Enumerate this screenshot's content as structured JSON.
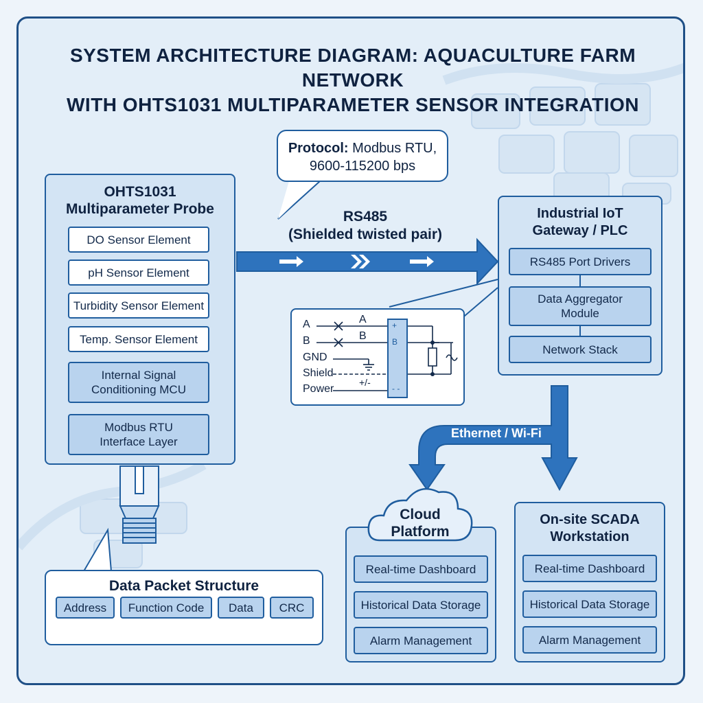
{
  "title": {
    "line1": "SYSTEM ARCHITECTURE DIAGRAM: AQUACULTURE FARM NETWORK",
    "line2": "WITH OHTS1031 MULTIPARAMETER SENSOR INTEGRATION"
  },
  "probe": {
    "title_line1": "OHTS1031",
    "title_line2": "Multiparameter Probe",
    "sensors": [
      "DO Sensor Element",
      "pH Sensor Element",
      "Turbidity Sensor Element",
      "Temp. Sensor Element"
    ],
    "mcu_line1": "Internal Signal",
    "mcu_line2": "Conditioning MCU",
    "modbus_line1": "Modbus RTU",
    "modbus_line2": "Interface Layer"
  },
  "protocol": {
    "label": "Protocol:",
    "value": "Modbus RTU,",
    "line2": "9600-115200 bps"
  },
  "link": {
    "line1": "RS485",
    "line2": "(Shielded twisted pair)"
  },
  "wiring": {
    "left": [
      "A",
      "B",
      "GND",
      "Shield",
      "Power"
    ],
    "right_a": "A",
    "right_b": "B",
    "plus_minus": "+/-",
    "term_plus": "+",
    "term_b": "B",
    "term_minus": "- -"
  },
  "gateway": {
    "title_line1": "Industrial IoT",
    "title_line2": "Gateway / PLC",
    "port_drivers": "RS485 Port Drivers",
    "aggregator_line1": "Data Aggregator",
    "aggregator_line2": "Module",
    "network_stack": "Network Stack"
  },
  "network": {
    "label": "Ethernet / Wi-Fi"
  },
  "cloud": {
    "title_line1": "Cloud",
    "title_line2": "Platform",
    "items": [
      "Real-time Dashboard",
      "Historical Data Storage",
      "Alarm Management"
    ]
  },
  "scada": {
    "title_line1": "On-site SCADA",
    "title_line2": "Workstation",
    "items": [
      "Real-time Dashboard",
      "Historical Data Storage",
      "Alarm Management"
    ]
  },
  "packet": {
    "title": "Data Packet Structure",
    "fields": [
      "Address",
      "Function Code",
      "Data",
      "CRC"
    ]
  },
  "colors": {
    "accent": "#2e73bd",
    "border": "#1f5d9e",
    "panel": "#d3e4f4",
    "frame": "#1f4f86"
  }
}
